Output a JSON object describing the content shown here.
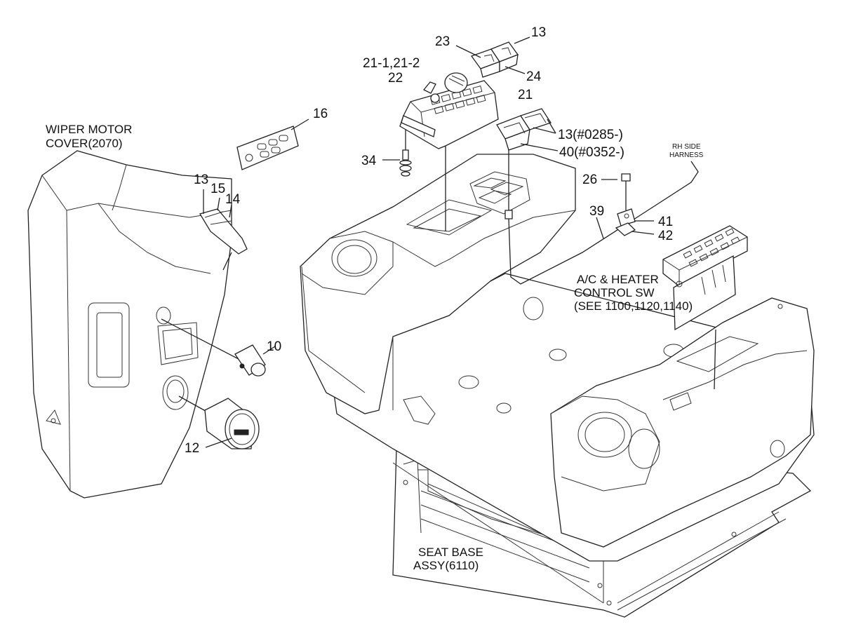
{
  "labels": {
    "wiper_motor_cover": [
      "WIPER MOTOR",
      "COVER(2070)"
    ],
    "seat_base": [
      "SEAT BASE",
      "ASSY(6110)"
    ],
    "ac_heater": [
      "A/C & HEATER",
      "CONTROL SW",
      "(SEE 1100,1120,1140)"
    ],
    "rh_side_harness": [
      "RH SIDE",
      "HARNESS"
    ]
  },
  "callouts": {
    "p10": "10",
    "p12": "12",
    "p13_left": "13",
    "p14": "14",
    "p15": "15",
    "p16": "16",
    "p13_top": "13",
    "p23": "23",
    "p24": "24",
    "p21_var": "21-1,21-2",
    "p22": "22",
    "p21": "21",
    "p34": "34",
    "p13_serial": "13(#0285-)",
    "p40_serial": "40(#0352-)",
    "p26": "26",
    "p39": "39",
    "p41": "41",
    "p42": "42"
  },
  "colors": {
    "line": "#222222",
    "background": "#ffffff"
  }
}
